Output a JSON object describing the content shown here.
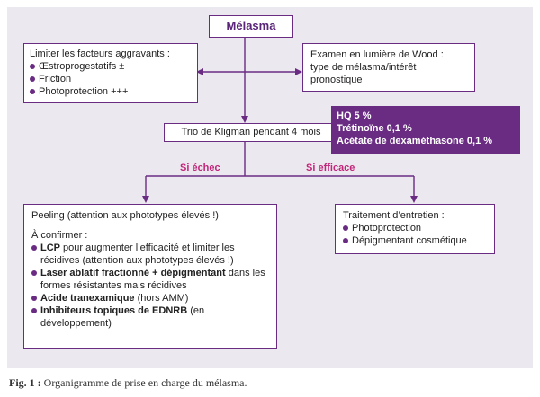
{
  "title": "Mélasma",
  "aggravating": {
    "heading": "Limiter les facteurs aggravants :",
    "items": [
      "Œstroprogestatifs ±",
      "Friction",
      "Photoprotection +++"
    ]
  },
  "wood": {
    "line1": "Examen en lumière de Wood :",
    "line2": "type de mélasma/intérêt",
    "line3": "pronostique"
  },
  "kligman": {
    "label": "Trio de Kligman pendant 4 mois"
  },
  "formula": {
    "items": [
      "HQ 5 %",
      "Trétinoïne 0,1 %",
      "Acétate de dexaméthasone 0,1 %"
    ]
  },
  "branches": {
    "failure": "Si échec",
    "success": "Si efficace"
  },
  "peeling": {
    "heading": "Peeling (attention aux phototypes élevés !)",
    "confirm": "À confirmer :",
    "items": [
      {
        "bold": "LCP",
        "text": " pour augmenter l’efficacité et limiter les récidives (attention aux phototypes élevés !)"
      },
      {
        "bold": "Laser ablatif fractionné + dépigmentant",
        "text": " dans les formes résistantes mais récidives"
      },
      {
        "bold": "Acide tranexamique",
        "text": " (hors AMM)"
      },
      {
        "bold": "Inhibiteurs topiques de EDNRB",
        "text": " (en développement)"
      }
    ]
  },
  "maintenance": {
    "heading": "Traitement d’entretien :",
    "items": [
      "Photoprotection",
      "Dépigmentant cosmétique"
    ]
  },
  "caption": {
    "label": "Fig. 1 :",
    "text": " Organigramme de prise en charge du mélasma."
  },
  "colors": {
    "accent": "#6a2c83",
    "branch": "#c0267a",
    "panel": "#ece8ef"
  }
}
